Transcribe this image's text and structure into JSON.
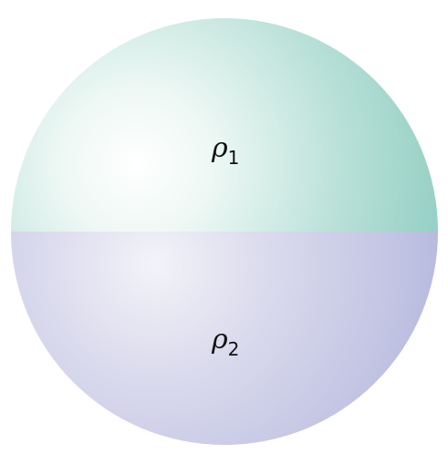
{
  "regions": [
    {
      "name": "upper-hemisphere",
      "symbol": "ρ",
      "subscript": "1",
      "color": "#9fd5ca"
    },
    {
      "name": "lower-hemisphere",
      "symbol": "ρ",
      "subscript": "2",
      "color": "#bcbfe0"
    }
  ],
  "colors": {
    "upper_highlight": "#ffffff",
    "lower_highlight": "#f1f1f8",
    "background": "#ffffff"
  }
}
